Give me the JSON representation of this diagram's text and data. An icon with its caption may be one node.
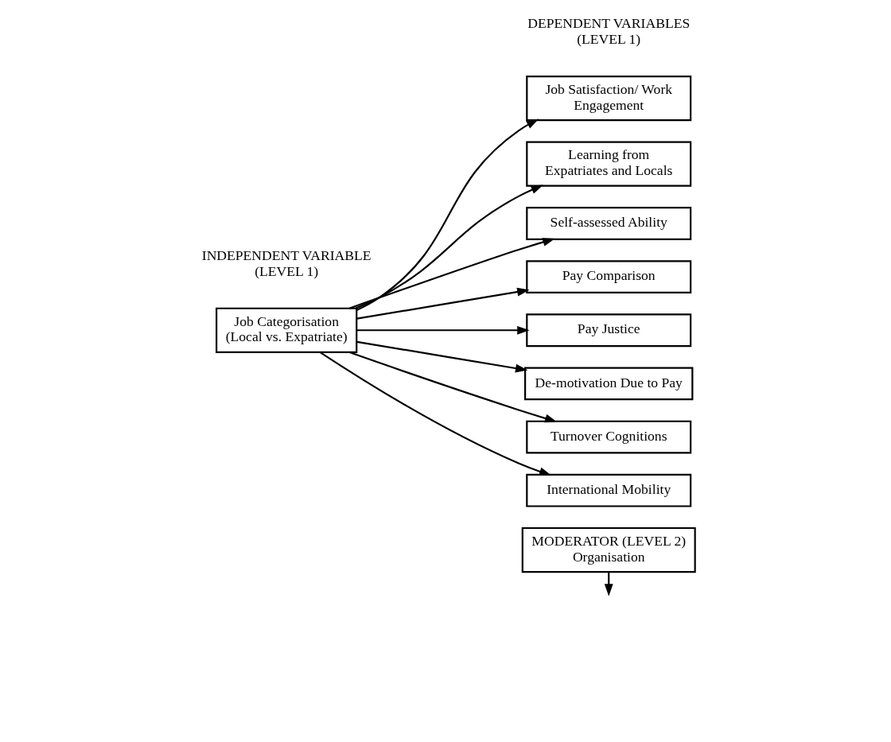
{
  "diagram": {
    "nodes": [
      {
        "text": [
          "Job Categorisation (Local vs. Expatriate)"
        ]
      },
      {
        "text": [
          "Job Satisfaction/ Work Engagement"
        ]
      },
      {
        "text": [
          "Learning from Expatriates and Locals"
        ]
      },
      {
        "text": [
          "Self-assessed Ability"
        ]
      },
      {
        "text": [
          "Pay Comparison"
        ]
      },
      {
        "text": [
          "Pay Justice"
        ]
      },
      {
        "text": [
          "De-motivation Due to Pay"
        ]
      },
      {
        "text": [
          "Turnover Cognitions"
        ]
      },
      {
        "text": [
          "International Mobility"
        ]
      },
      {
        "text": [
          "MODERATOR (LEVEL 2) Organisation"
        ]
      }
    ],
    "edges": [
      {
        "from": 0,
        "to": 1,
        "arrow": "to"
      },
      {
        "from": 0,
        "to": 2,
        "arrow": "to"
      },
      {
        "from": 0,
        "to": 3,
        "arrow": "to"
      },
      {
        "from": 0,
        "to": 4,
        "arrow": "to"
      },
      {
        "from": 0,
        "to": 5,
        "arrow": "to"
      },
      {
        "from": 0,
        "to": 6,
        "arrow": "to"
      },
      {
        "from": 0,
        "to": 7,
        "arrow": "to"
      },
      {
        "from": 0,
        "to": 8,
        "arrow": "to"
      },
      {
        "from": 9,
        "to": null,
        "arrow": "to"
      }
    ],
    "labels": [
      "INDEPENDENT VARIABLE (LEVEL 1)",
      "DEPENDENT VARIABLES (LEVEL 1)"
    ]
  }
}
